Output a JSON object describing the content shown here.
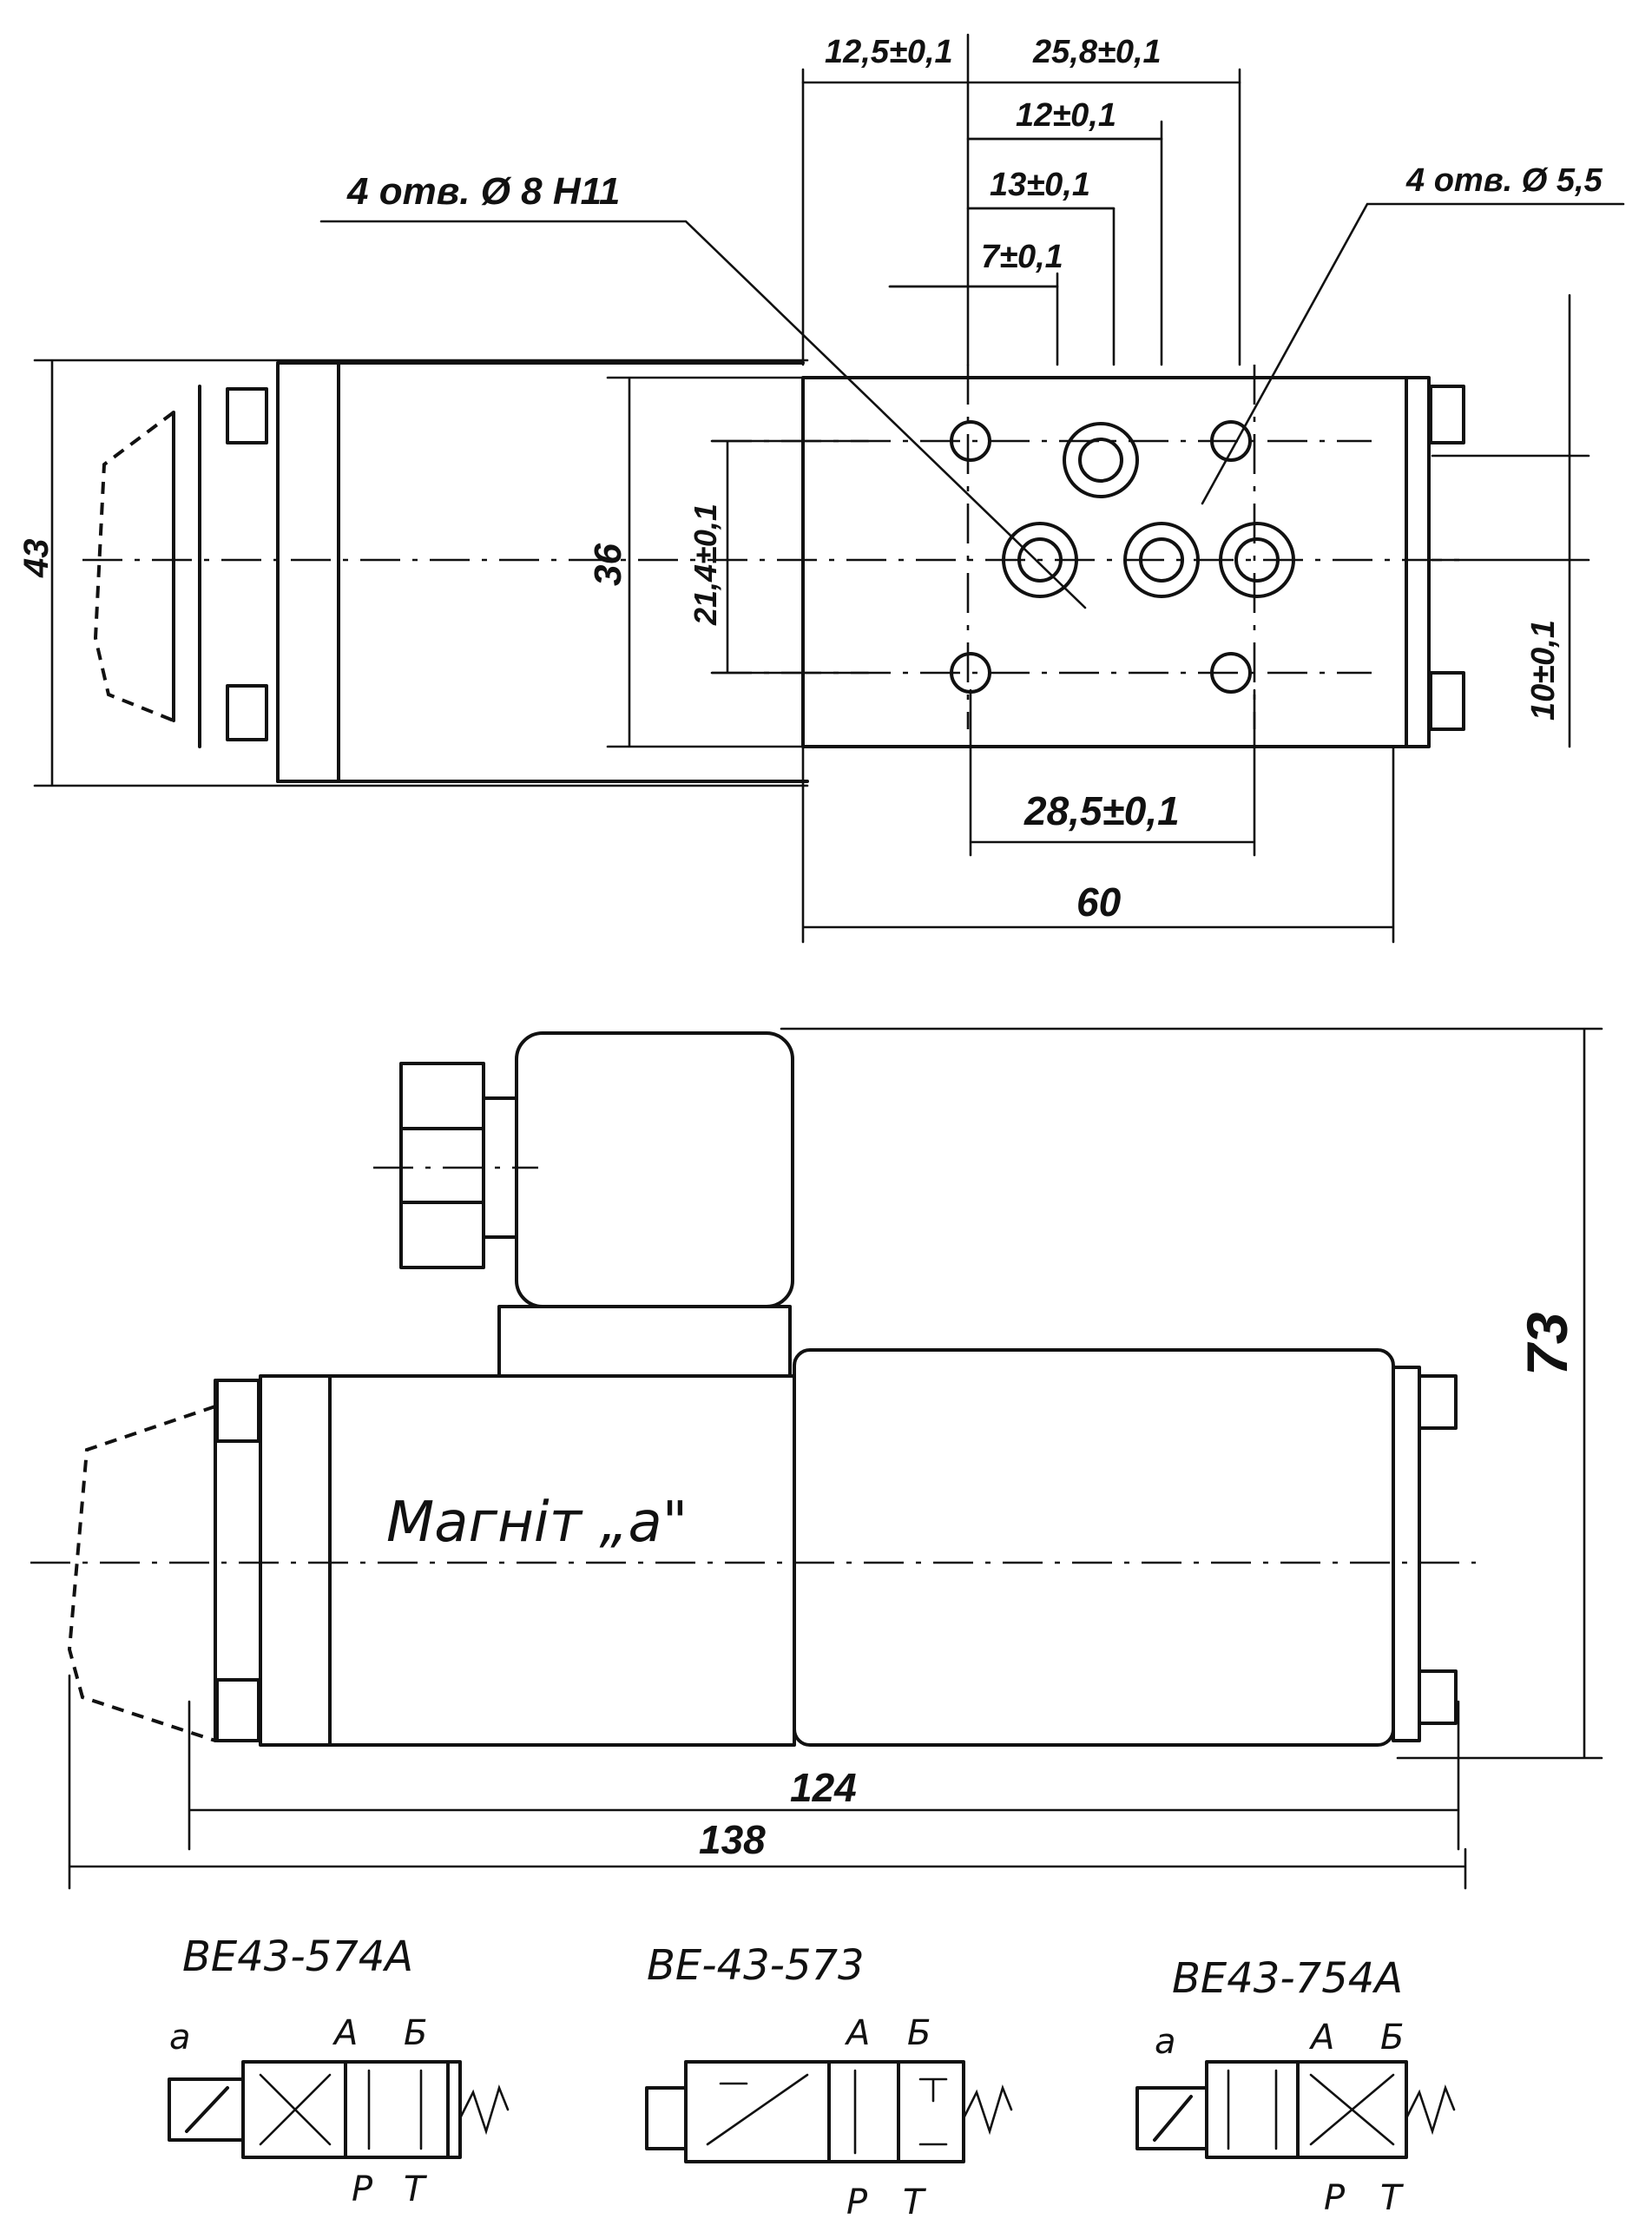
{
  "top_view": {
    "hole_callout_left": "4 отв. Ø 8 H11",
    "hole_callout_right": "4 отв. Ø 5,5",
    "dim_12_5": "12,5±0,1",
    "dim_25_8": "25,8±0,1",
    "dim_12": "12±0,1",
    "dim_13": "13±0,1",
    "dim_7": "7±0,1",
    "dim_43": "43",
    "dim_36": "36",
    "dim_21_4": "21,4±0,1",
    "dim_10": "10±0,1",
    "dim_28_5": "28,5±0,1",
    "dim_60": "60"
  },
  "side_view": {
    "label": "Магніт „a\"",
    "dim_73": "73",
    "dim_124": "124",
    "dim_138": "138"
  },
  "schemes": [
    {
      "title": "ВЕ43-574А",
      "port_a": "a",
      "port_A": "А",
      "port_B": "Б",
      "port_P": "Р",
      "port_T": "Т"
    },
    {
      "title": "ВЕ-43-573",
      "port_A": "А",
      "port_B": "Б",
      "port_P": "Р",
      "port_T": "Т"
    },
    {
      "title": "ВЕ43-754А",
      "port_a": "a",
      "port_A": "А",
      "port_B": "Б",
      "port_P": "Р",
      "port_T": "Т"
    }
  ]
}
